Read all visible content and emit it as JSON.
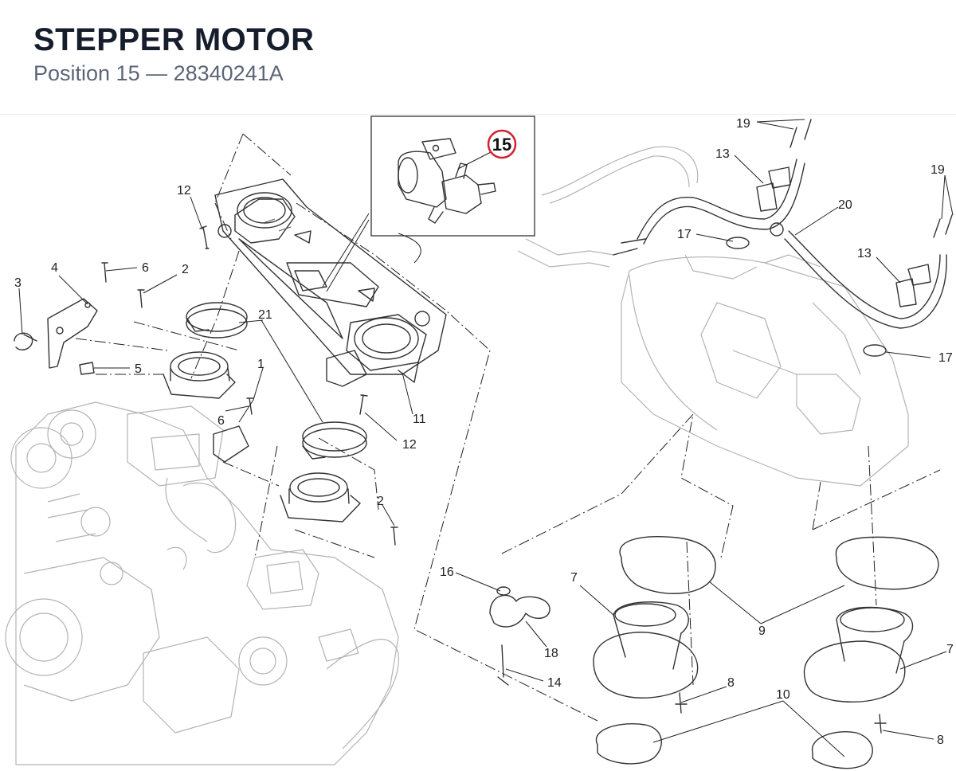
{
  "header": {
    "title": "STEPPER MOTOR",
    "subtitle": "Position 15 — 28340241A"
  },
  "highlight": {
    "position": "15",
    "color": "#d0212e"
  },
  "callouts": [
    "19",
    "13",
    "19",
    "20",
    "17",
    "13",
    "17",
    "12",
    "4",
    "6",
    "2",
    "3",
    "21",
    "5",
    "11",
    "12",
    "1",
    "6",
    "2",
    "16",
    "18",
    "14",
    "7",
    "9",
    "8",
    "7",
    "10",
    "8"
  ]
}
